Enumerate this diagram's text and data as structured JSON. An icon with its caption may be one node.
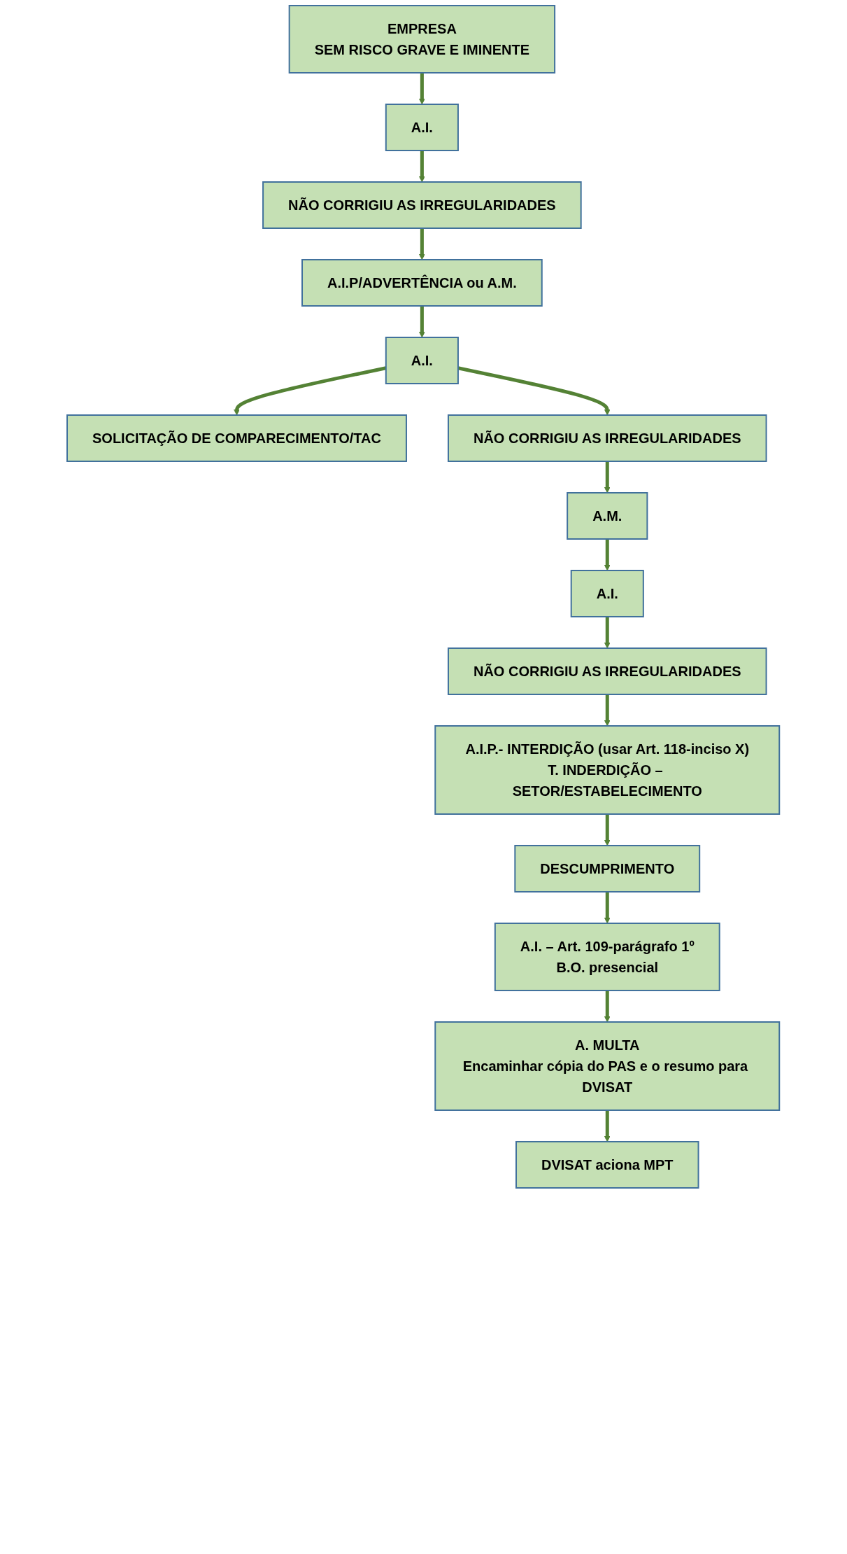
{
  "diagram": {
    "nodes": [
      {
        "text": [
          "EMPRESA",
          "SEM RISCO GRAVE E IMINENTE"
        ]
      },
      {
        "text": [
          "A.I."
        ]
      },
      {
        "text": [
          "NÃO CORRIGIU AS IRREGULARIDADES"
        ]
      },
      {
        "text": [
          "A.I.P/ADVERTÊNCIA ou A.M."
        ]
      },
      {
        "text": [
          "A.I."
        ]
      },
      {
        "text": [
          "SOLICITAÇÃO DE COMPARECIMENTO/TAC"
        ]
      },
      {
        "text": [
          "NÃO CORRIGIU AS IRREGULARIDADES"
        ]
      },
      {
        "text": [
          "A.M."
        ]
      },
      {
        "text": [
          "A.I."
        ]
      },
      {
        "text": [
          "NÃO CORRIGIU AS IRREGULARIDADES"
        ]
      },
      {
        "text": [
          "A.I.P.- INTERDIÇÃO (usar Art. 118-inciso X)",
          "T. INDERDIÇÃO – SETOR/ESTABELECIMENTO"
        ]
      },
      {
        "text": [
          "DESCUMPRIMENTO"
        ]
      },
      {
        "text": [
          "A.I. – Art. 109-parágrafo 1º",
          "B.O. presencial"
        ]
      },
      {
        "text": [
          "A. MULTA",
          "Encaminhar cópia do PAS e o resumo para DVISAT"
        ]
      },
      {
        "text": [
          "DVISAT aciona MPT"
        ]
      }
    ],
    "edges": [
      {
        "from": 0,
        "to": 1,
        "arrow": "to"
      },
      {
        "from": 1,
        "to": 2,
        "arrow": "to"
      },
      {
        "from": 2,
        "to": 3,
        "arrow": "to"
      },
      {
        "from": 3,
        "to": 4,
        "arrow": "to"
      },
      {
        "from": 4,
        "to": 6,
        "arrow": "to"
      },
      {
        "from": 4,
        "to": 5,
        "arrow": "to"
      },
      {
        "from": 6,
        "to": 7,
        "arrow": "to"
      },
      {
        "from": 7,
        "to": 8,
        "arrow": "to"
      },
      {
        "from": 8,
        "to": 9,
        "arrow": "to"
      },
      {
        "from": 9,
        "to": 10,
        "arrow": "to"
      },
      {
        "from": 10,
        "to": 11,
        "arrow": "to"
      },
      {
        "from": 11,
        "to": 12,
        "arrow": "to"
      },
      {
        "from": 12,
        "to": 13,
        "arrow": "to"
      },
      {
        "from": 13,
        "to": 14,
        "arrow": "to"
      }
    ]
  }
}
